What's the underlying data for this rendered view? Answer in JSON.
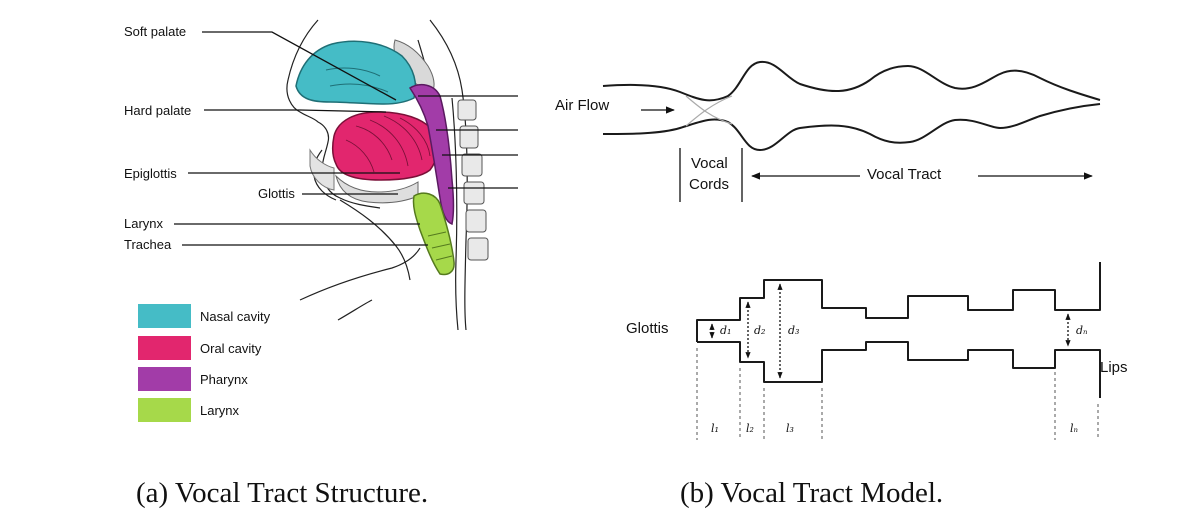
{
  "panel_a": {
    "labels": {
      "soft_palate": "Soft palate",
      "hard_palate": "Hard palate",
      "epiglottis": "Epiglottis",
      "glottis": "Glottis",
      "larynx": "Larynx",
      "trachea": "Trachea"
    },
    "legend": [
      {
        "label": "Nasal cavity",
        "color": "#45bcc6"
      },
      {
        "label": "Oral cavity",
        "color": "#e2266e"
      },
      {
        "label": "Pharynx",
        "color": "#a23ca8"
      },
      {
        "label": "Larynx",
        "color": "#a6d94a"
      }
    ],
    "caption": "(a) Vocal Tract Structure."
  },
  "panel_b": {
    "air_flow": "Air Flow",
    "vocal_cords_line1": "Vocal",
    "vocal_cords_line2": "Cords",
    "vocal_tract": "Vocal Tract",
    "glottis": "Glottis",
    "lips": "Lips",
    "d_labels": {
      "d1": "d₁",
      "d2": "d₂",
      "d3": "d₃",
      "dn": "dₙ"
    },
    "l_labels": {
      "l1": "l₁",
      "l2": "l₂",
      "l3": "l₃",
      "ln": "lₙ"
    },
    "caption": "(b) Vocal Tract Model."
  }
}
